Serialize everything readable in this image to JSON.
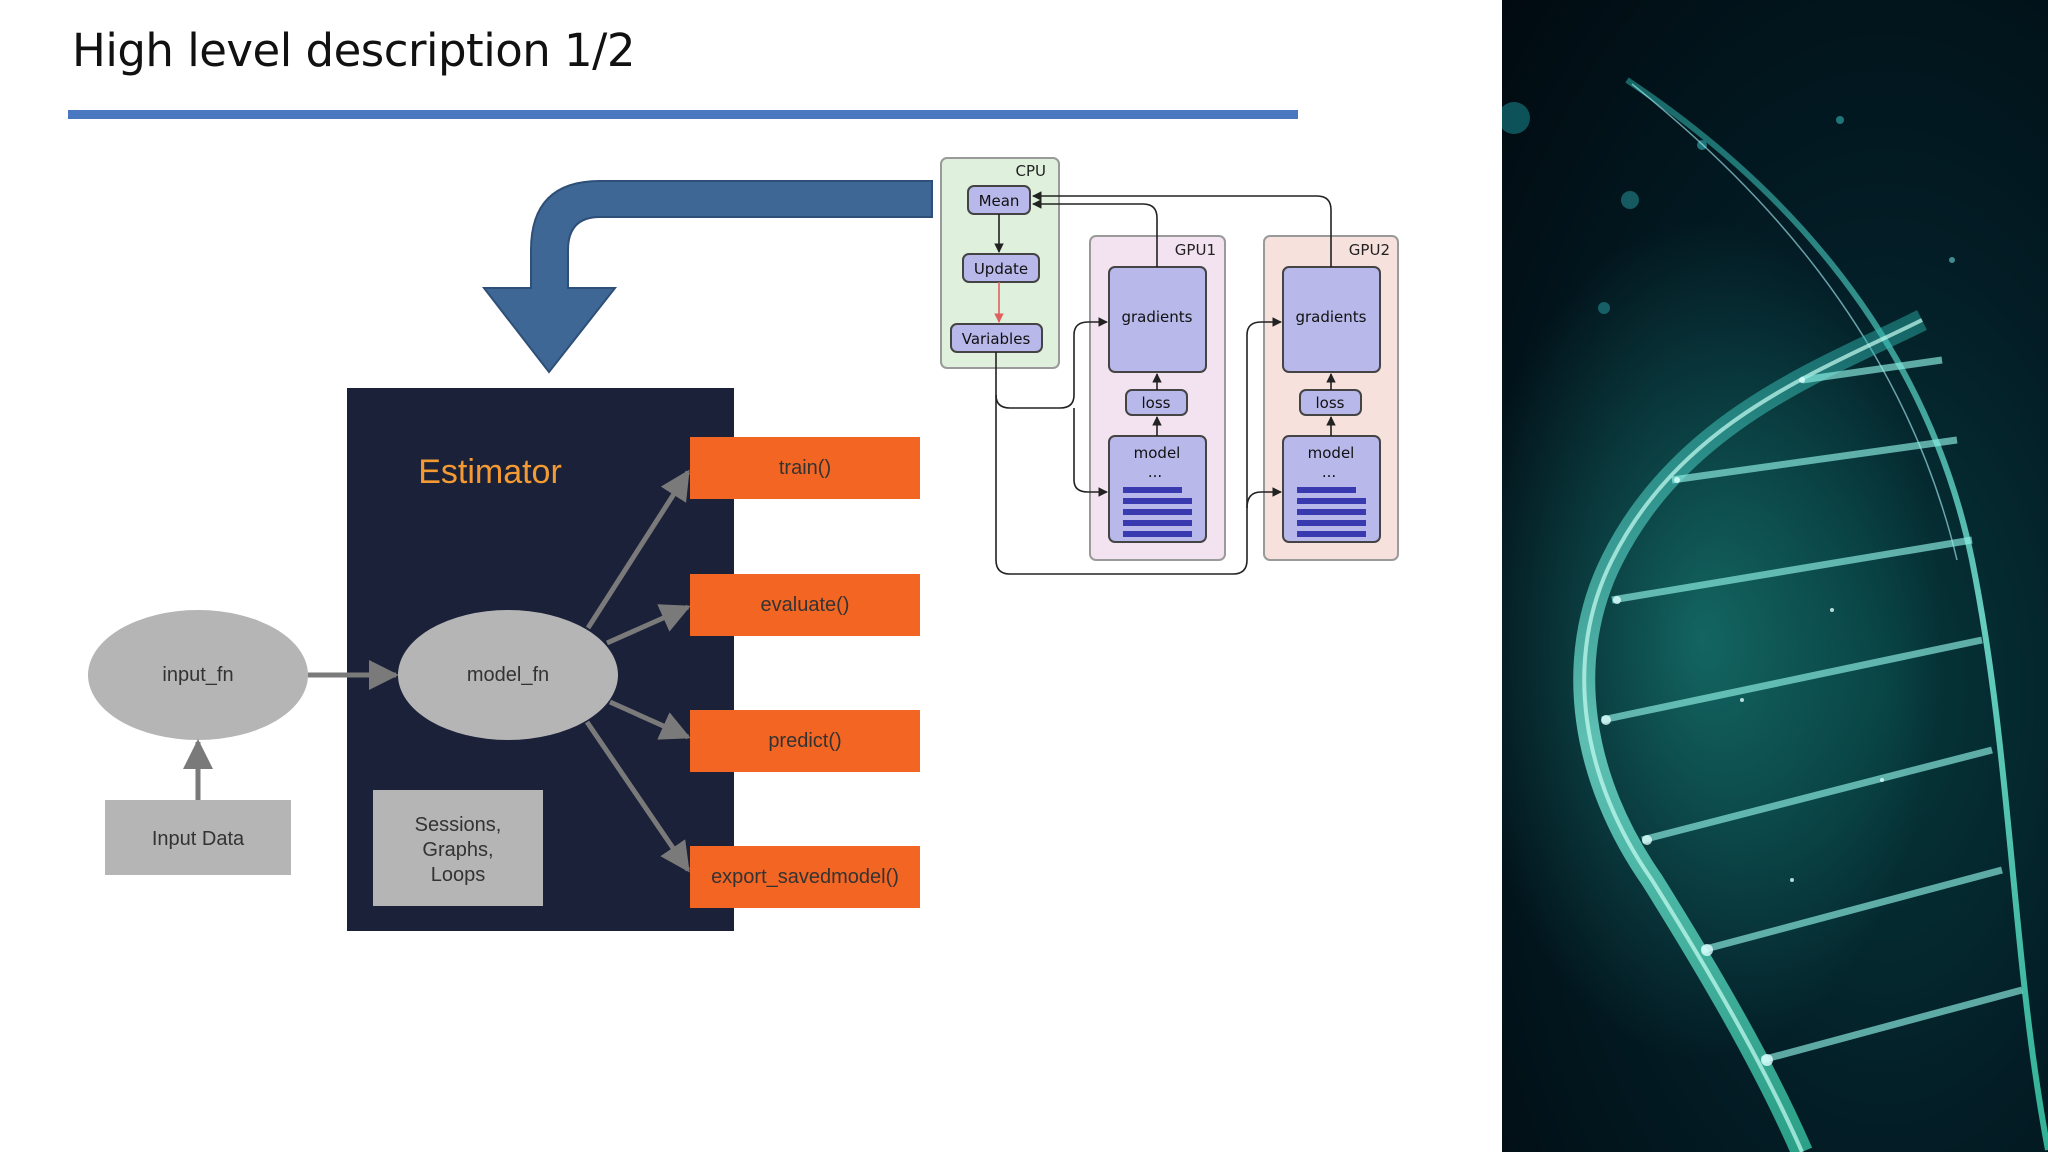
{
  "slide": {
    "title": "High level description 1/2"
  },
  "estimator": {
    "title": "Estimator",
    "model_fn": "model_fn",
    "input_fn": "input_fn",
    "input_data": "Input Data",
    "sessions": [
      "Sessions,",
      "Graphs,",
      "Loops"
    ],
    "methods": [
      "train()",
      "evaluate()",
      "predict()",
      "export_savedmodel()"
    ]
  },
  "multi_gpu": {
    "cpu": {
      "label": "CPU",
      "mean": "Mean",
      "update": "Update",
      "variables": "Variables"
    },
    "gpus": [
      {
        "label": "GPU1",
        "gradients": "gradients",
        "loss": "loss",
        "model": "model",
        "ellipsis": "..."
      },
      {
        "label": "GPU2",
        "gradients": "gradients",
        "loss": "loss",
        "model": "model",
        "ellipsis": "..."
      }
    ]
  },
  "colors": {
    "title_rule": "#4a78c0",
    "big_arrow": "#3f6796",
    "estimator_bg": "#1a2138",
    "estimator_title": "#f39a33",
    "method_box": "#f26522",
    "node_gray": "#b5b5b5",
    "cpu_bg": "#dff0dc",
    "gpu1_bg": "#f3e2f0",
    "gpu2_bg": "#f6e1dc",
    "inner_box": "#b8b8ea"
  },
  "photo": {
    "subject": "dna-helix-image"
  }
}
